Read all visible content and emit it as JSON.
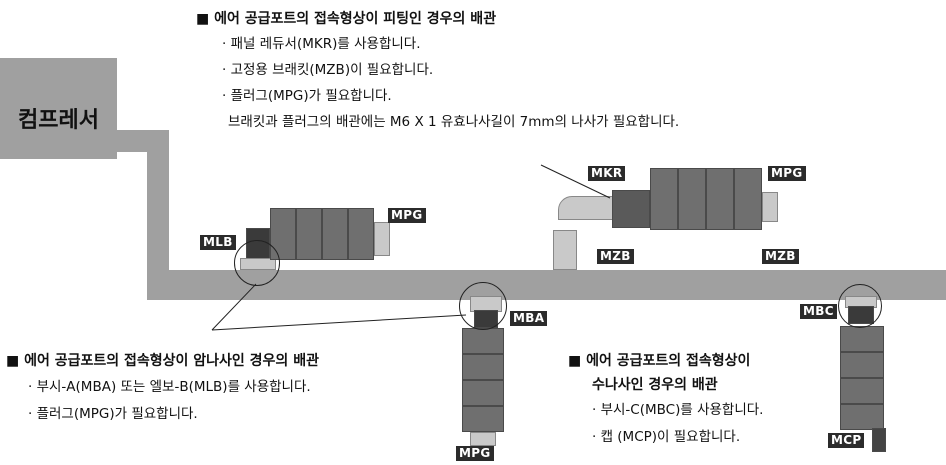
{
  "top_note": {
    "heading": "■ 에어 공급포트의 접속형상이 피팅인 경우의 배관",
    "lines": [
      "· 패널 레듀서(MKR)를 사용합니다.",
      "· 고정용 브래킷(MZB)이 필요합니다.",
      "· 플러그(MPG)가 필요합니다."
    ],
    "extra": "브래킷과 플러그의 배관에는 M6 X 1 유효나사길이 7mm의 나사가 필요합니다."
  },
  "compressor": {
    "label": "컴프레서"
  },
  "tags": {
    "mlb": "MLB",
    "mpg_left": "MPG",
    "mkr": "MKR",
    "mpg_right": "MPG",
    "mzb_left": "MZB",
    "mzb_right": "MZB",
    "mba": "MBA",
    "mpg_bottom": "MPG",
    "mbc": "MBC",
    "mcp": "MCP"
  },
  "left_note": {
    "heading": "■ 에어 공급포트의 접속형상이 암나사인 경우의 배관",
    "lines": [
      "· 부시-A(MBA) 또는 엘보-B(MLB)를 사용합니다.",
      "· 플러그(MPG)가 필요합니다."
    ]
  },
  "right_note": {
    "heading_line1": "■ 에어 공급포트의 접속형상이",
    "heading_line2": "수나사인 경우의 배관",
    "lines": [
      "· 부시-C(MBC)를 사용합니다.",
      "· 캡 (MCP)이 필요합니다."
    ]
  }
}
